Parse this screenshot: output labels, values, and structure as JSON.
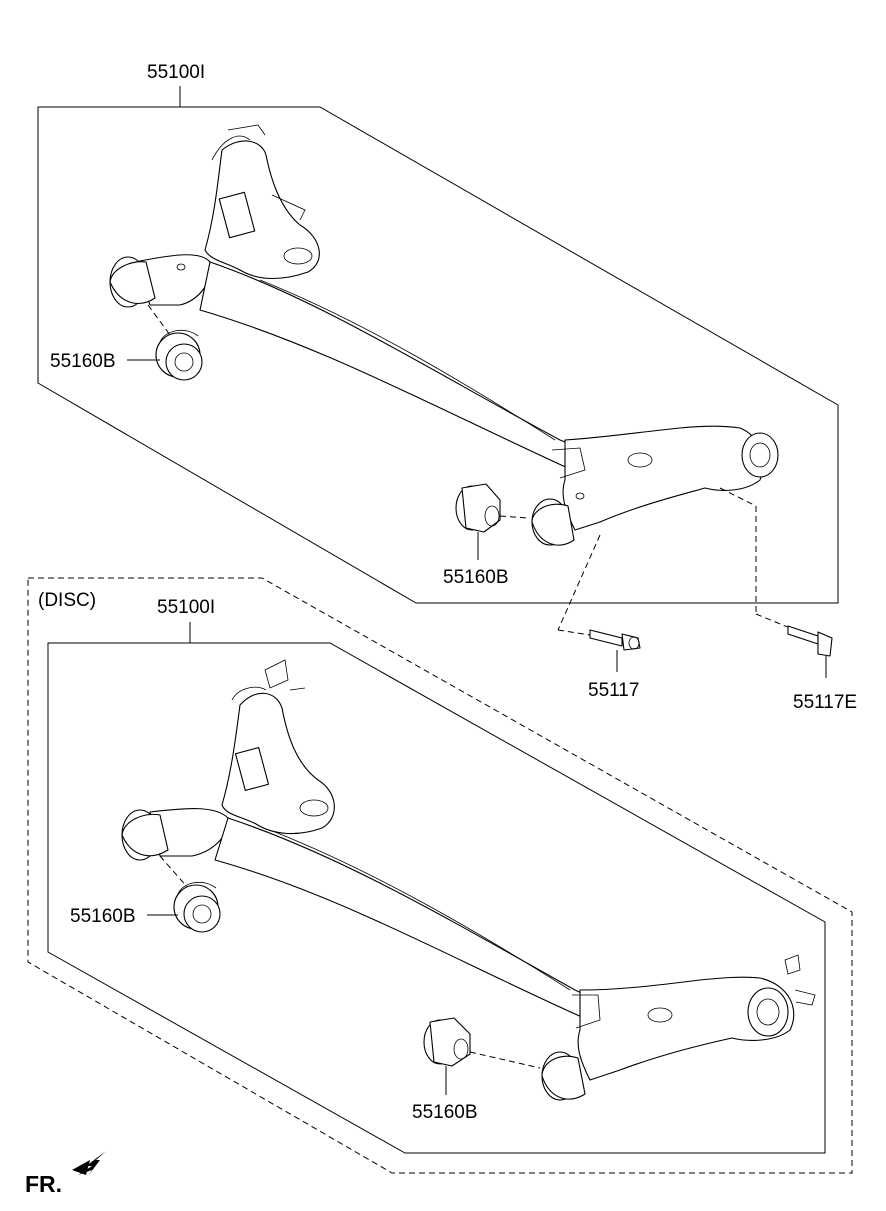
{
  "labels": {
    "top_assembly": "55100I",
    "top_bushing_left": "55160B",
    "top_bushing_right": "55160B",
    "bolt": "55117",
    "bolt_e": "55117E",
    "disc_note": "(DISC)",
    "bottom_assembly": "55100I",
    "bottom_bushing_left": "55160B",
    "bottom_bushing_right": "55160B",
    "front_indicator": "FR."
  },
  "colors": {
    "line": "#000000",
    "background": "#ffffff"
  },
  "icons": {
    "front_arrow": "arrow-down-left-icon"
  }
}
